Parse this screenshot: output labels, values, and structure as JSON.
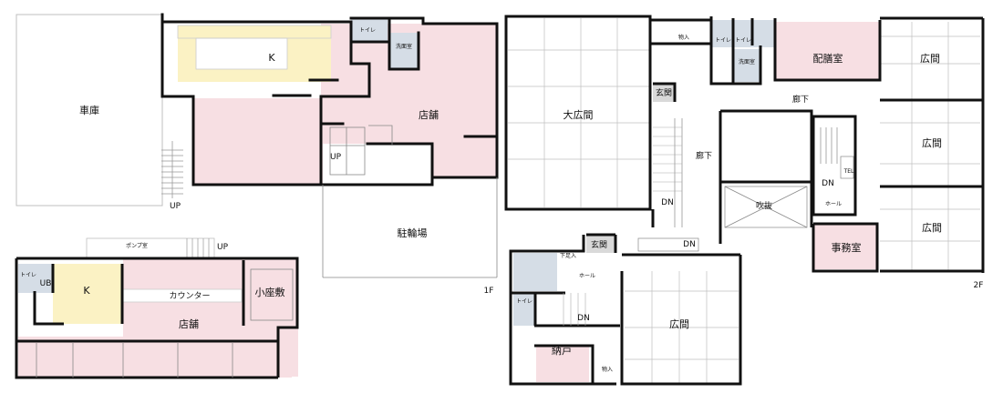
{
  "colors": {
    "wall": "#111111",
    "shop": "#f7dfe3",
    "kitchen": "#fbf2c4",
    "wet": "#d5dde6",
    "entrance": "#d9d9d9",
    "thin": "#bfbfbf"
  },
  "floor_tags": {
    "first": "1F",
    "second": "2F"
  },
  "rooms_1f": {
    "garage": "車庫",
    "kitchen": "K",
    "toilet": "トイレ",
    "washroom": "洗面室",
    "shop": "店舗",
    "bicycle_parking": "駐輪場",
    "up_garage": "UP",
    "up_stair": "UP"
  },
  "rooms_annex": {
    "pump_room": "ポンプ室",
    "up": "UP",
    "toilet": "トイレ",
    "unit_bath": "UB",
    "kitchen": "K",
    "counter": "カウンター",
    "shop": "店舗",
    "small_zashiki": "小座敷"
  },
  "rooms_2f": {
    "great_hall": "大広間",
    "genkan_top": "玄関",
    "storage_top": "物入",
    "toilet_a": "トイレ",
    "toilet_b": "トイレ",
    "washroom": "洗面室",
    "serving_room": "配膳室",
    "hall_1": "広間",
    "corridor_top": "廊下",
    "corridor_mid": "廊下",
    "hall_2": "広間",
    "hall_3": "広間",
    "tel": "TEL",
    "dn_right": "DN",
    "hole_right": "ホール",
    "atrium": "吹抜",
    "dn_left": "DN",
    "dn_mid": "DN",
    "office": "事務室",
    "genkan_bottom": "玄関",
    "shoe_box": "下足入",
    "hole_bottom": "ホール",
    "toilet_bottom": "トイレ",
    "dn_bottom": "DN",
    "hall_4": "広間",
    "closet": "納戸",
    "storage_bottom": "物入"
  }
}
